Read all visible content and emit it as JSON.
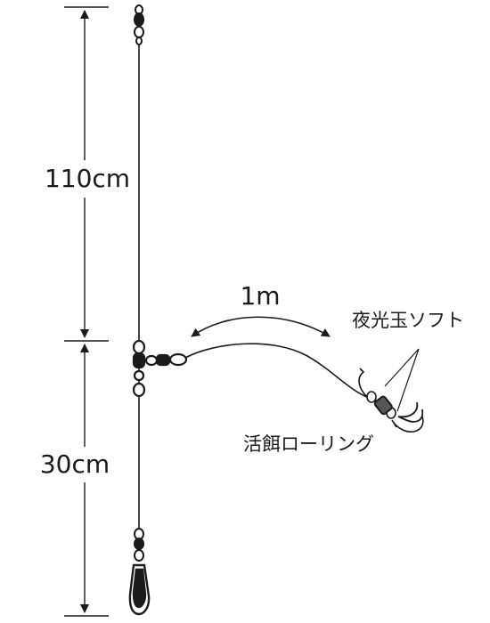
{
  "dimensions": {
    "upper_length": "110cm",
    "lower_length": "30cm",
    "branch_length": "1m"
  },
  "labels": {
    "bead": "夜光玉ソフト",
    "ring": "活餌ローリング"
  },
  "colors": {
    "line": "#1a1a1a",
    "background": "#ffffff",
    "bead_fill": "#ffffff",
    "ring_body": "#555555"
  },
  "icons": [
    "swivel-icon",
    "three-way-swivel-icon",
    "snap-icon",
    "hook-icon",
    "bead-icon"
  ]
}
